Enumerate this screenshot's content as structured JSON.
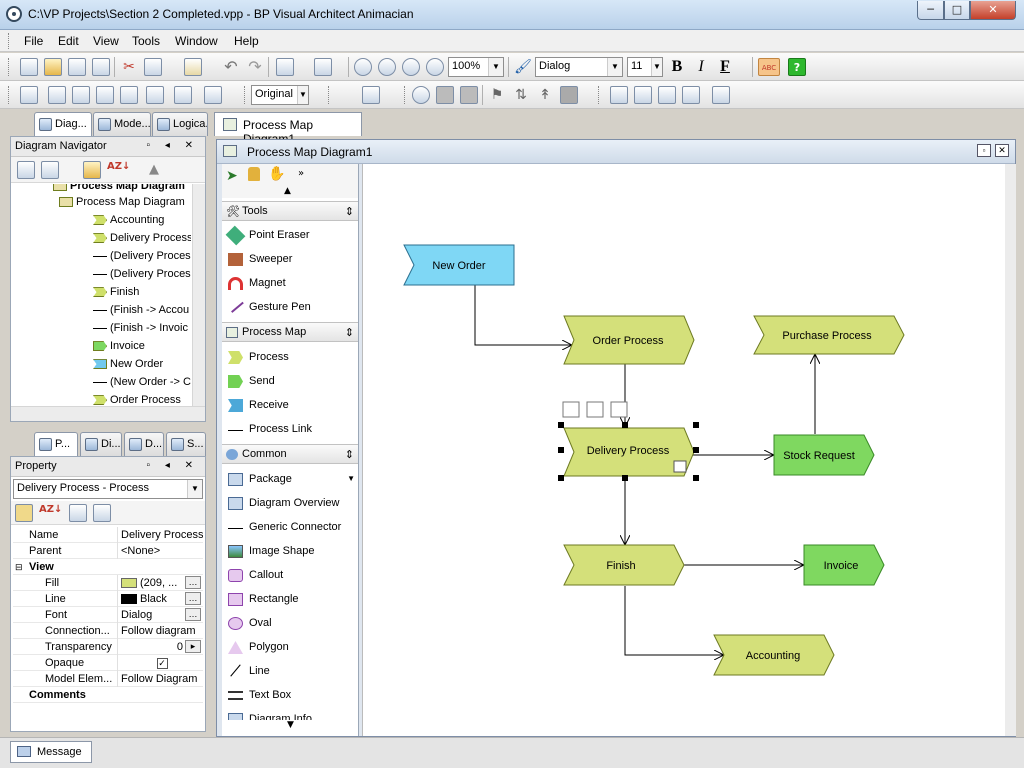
{
  "window": {
    "title": "C:\\VP Projects\\Section 2 Completed.vpp - BP Visual Architect Animacian",
    "min_label": "─",
    "max_label": "□",
    "close_label": "✕"
  },
  "menu": [
    "File",
    "Edit",
    "View",
    "Tools",
    "Window",
    "Help"
  ],
  "toolbar": {
    "zoom": "100%",
    "font": "Dialog",
    "font_size": "11",
    "bold": "B",
    "italic": "I",
    "font_color": "F",
    "spell": "ABC",
    "style_combo": "Original"
  },
  "navigator": {
    "tabs": [
      "Diag...",
      "Mode...",
      "Logica..."
    ],
    "title": "Diagram Navigator",
    "items": [
      {
        "label": "Process Map Diagram",
        "bold": true,
        "icon": "diagram"
      },
      {
        "label": "Process Map Diagram",
        "icon": "diagram"
      },
      {
        "label": "Accounting",
        "icon": "process"
      },
      {
        "label": "Delivery Process",
        "icon": "process"
      },
      {
        "label": "(Delivery Process",
        "icon": "link"
      },
      {
        "label": "(Delivery Process",
        "icon": "link"
      },
      {
        "label": "Finish",
        "icon": "process"
      },
      {
        "label": "(Finish -> Accou",
        "icon": "link"
      },
      {
        "label": "(Finish -> Invoic",
        "icon": "link"
      },
      {
        "label": "Invoice",
        "icon": "send"
      },
      {
        "label": "New Order",
        "icon": "receive"
      },
      {
        "label": "(New Order -> C",
        "icon": "link"
      },
      {
        "label": "Order Process",
        "icon": "process"
      }
    ]
  },
  "property": {
    "tabs": [
      "P...",
      "Di...",
      "D...",
      "S..."
    ],
    "title": "Property",
    "selected": "Delivery Process - Process",
    "rows": [
      {
        "key": "Name",
        "value": "Delivery Process"
      },
      {
        "key": "Parent",
        "value": "<None>"
      },
      {
        "key": "View",
        "value": "",
        "section": true
      },
      {
        "key": "Fill",
        "value": "(209, ..."
      },
      {
        "key": "Line",
        "value": "Black"
      },
      {
        "key": "Font",
        "value": "Dialog"
      },
      {
        "key": "Connection...",
        "value": "Follow diagram"
      },
      {
        "key": "Transparency",
        "value": "0"
      },
      {
        "key": "Opaque",
        "value": "✓"
      },
      {
        "key": "Model Elem...",
        "value": "Follow Diagram"
      },
      {
        "key": "Comments",
        "value": "",
        "section": true
      }
    ]
  },
  "document": {
    "tab_label": "Process Map Diagram1",
    "frame_title": "Process Map Diagram1"
  },
  "palette": {
    "sections": [
      {
        "title": "Tools",
        "items": [
          "Point Eraser",
          "Sweeper",
          "Magnet",
          "Gesture Pen"
        ]
      },
      {
        "title": "Process Map",
        "items": [
          "Process",
          "Send",
          "Receive",
          "Process Link"
        ]
      },
      {
        "title": "Common",
        "items": [
          "Package",
          "Diagram Overview",
          "Generic Connector",
          "Image Shape",
          "Callout",
          "Rectangle",
          "Oval",
          "Polygon",
          "Line",
          "Text Box",
          "Diagram Info"
        ]
      }
    ]
  },
  "diagram": {
    "shapes": [
      {
        "id": "new-order",
        "label": "New Order",
        "kind": "receive",
        "color": "#7fd7f5"
      },
      {
        "id": "order-process",
        "label": "Order Process",
        "kind": "process",
        "color": "#d4e07a"
      },
      {
        "id": "purchase-process",
        "label": "Purchase Process",
        "kind": "process",
        "color": "#d4e07a"
      },
      {
        "id": "delivery-process",
        "label": "Delivery Process",
        "kind": "process",
        "color": "#d4e07a",
        "selected": true
      },
      {
        "id": "stock-request",
        "label": "Stock Request",
        "kind": "send",
        "color": "#7fd860"
      },
      {
        "id": "finish",
        "label": "Finish",
        "kind": "process",
        "color": "#d4e07a"
      },
      {
        "id": "invoice",
        "label": "Invoice",
        "kind": "send",
        "color": "#7fd860"
      },
      {
        "id": "accounting",
        "label": "Accounting",
        "kind": "process",
        "color": "#d4e07a"
      }
    ]
  },
  "status": {
    "message_tab": "Message"
  },
  "colors": {
    "process": "#d4e07a",
    "send": "#7fd860",
    "receive": "#7fd7f5",
    "titlebar": "#c6d9ee"
  }
}
